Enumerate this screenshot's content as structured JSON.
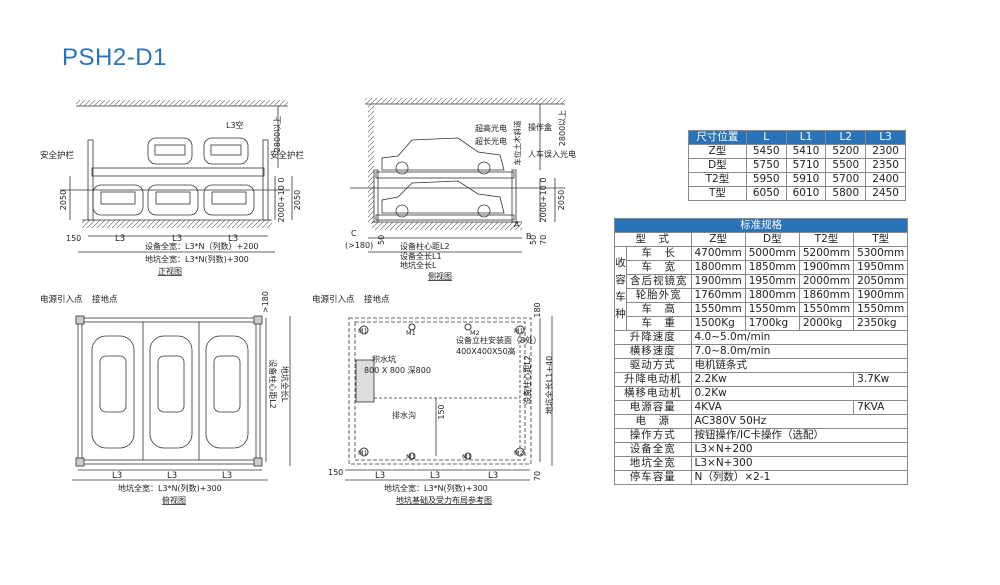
{
  "title": "PSH2-D1",
  "dim_table": {
    "headers": [
      "尺寸位置",
      "L",
      "L1",
      "L2",
      "L3"
    ],
    "rows": [
      [
        "Z型",
        "5450",
        "5410",
        "5200",
        "2300"
      ],
      [
        "D型",
        "5750",
        "5710",
        "5500",
        "2350"
      ],
      [
        "T2型",
        "5950",
        "5910",
        "5700",
        "2400"
      ],
      [
        "T型",
        "6050",
        "6010",
        "5800",
        "2450"
      ]
    ]
  },
  "spec_table": {
    "title": "标准规格",
    "type_label": "型　式",
    "types": [
      "Z型",
      "D型",
      "T2型",
      "T型"
    ],
    "group_label": "收容车种",
    "car_rows": [
      {
        "label": "车　长",
        "values": [
          "4700mm",
          "5000mm",
          "5200mm",
          "5300mm"
        ]
      },
      {
        "label": "车　宽",
        "values": [
          "1800mm",
          "1850mm",
          "1900mm",
          "1950mm"
        ]
      },
      {
        "label": "含后视镜宽",
        "values": [
          "1900mm",
          "1950mm",
          "2000mm",
          "2050mm"
        ]
      },
      {
        "label": "轮胎外宽",
        "values": [
          "1760mm",
          "1800mm",
          "1860mm",
          "1900mm"
        ]
      },
      {
        "label": "车　高",
        "values": [
          "1550mm",
          "1550mm",
          "1550mm",
          "1550mm"
        ]
      },
      {
        "label": "车　重",
        "values": [
          "1500Kg",
          "1700kg",
          "2000kg",
          "2350kg"
        ]
      }
    ],
    "other_rows": [
      {
        "label": "升降速度",
        "value": "4.0~5.0m/min"
      },
      {
        "label": "横移速度",
        "value": "7.0~8.0m/min"
      },
      {
        "label": "驱动方式",
        "value": "电机链条式"
      },
      {
        "label": "升降电动机",
        "value": "2.2Kw",
        "value2": "3.7Kw"
      },
      {
        "label": "横移电动机",
        "value": "0.2Kw"
      },
      {
        "label": "电源容量",
        "value": "4KVA",
        "value2": "7KVA"
      },
      {
        "label": "电　源",
        "value": "AC380V  50Hz"
      },
      {
        "label": "操作方式",
        "value": "按钮操作/IC卡操作（选配）"
      },
      {
        "label": "设备全宽",
        "value": "L3×N+200"
      },
      {
        "label": "地坑全宽",
        "value": "L3×N+300"
      },
      {
        "label": "停车容量",
        "value": "N（列数）×2-1"
      }
    ]
  },
  "front_view": {
    "caption": "正视图",
    "guard_label": "安全护栏",
    "guard_label_right": "安全护栏",
    "clearance": "2800以上",
    "height_left": "2050",
    "height_right": "2050",
    "height_inner": "2000+10 0",
    "side_dim": "150",
    "bay_labels": [
      "L3",
      "L3",
      "L3"
    ],
    "equip_width": "设备全宽：L3*N（列数）+200",
    "pit_width": "地坑全宽：L3*N(列数)+300",
    "top_bay": "L3空"
  },
  "side_view": {
    "caption": "侧视图",
    "labels": [
      "超高光电",
      "超长光电",
      "操作盒",
      "人车误入光电",
      "车位土木斜道"
    ],
    "clearance": "2800以上",
    "height_inner": "2000+10 0",
    "height_right": "2050",
    "dims_bottom": [
      "(>180)",
      "50",
      "设备柱心距L2",
      "设备全长L1",
      "地坑全长L",
      "50",
      "70"
    ],
    "point_c": "C",
    "point_a": "A",
    "point_b": "B"
  },
  "top_view": {
    "caption": "俯视图",
    "power": "电源引入点",
    "ground": "接地点",
    "dim_top": ">180",
    "dim_right1": "设备柱心距L2",
    "dim_right2": "地坑全长L",
    "bay_labels": [
      "L3",
      "L3",
      "L3"
    ],
    "pit_width": "地坑全宽：L3*N(列数)+300"
  },
  "foundation_view": {
    "caption": "地坑基础及受力布局参考图",
    "power": "电源引入点",
    "ground": "接地点",
    "column_label": "设备立柱安装面（8处）",
    "column_size": "400X400X50高",
    "sump": "积水坑",
    "sump_size": "800 X 800 深800",
    "drain": "排水沟",
    "dim_150a": "150",
    "dim_150b": "150",
    "dim_180": "180",
    "dim_70": "70",
    "dim_right1": "设备柱心距L2",
    "dim_right2": "地坑全长L1+40",
    "bay_labels": [
      "L3",
      "L3",
      "L3"
    ],
    "pit_width": "地坑全宽：L3*N(列数)+300",
    "markers": [
      "M1",
      "M2",
      "M1",
      "M1",
      "M1",
      "M1",
      "M2",
      "M1"
    ]
  }
}
